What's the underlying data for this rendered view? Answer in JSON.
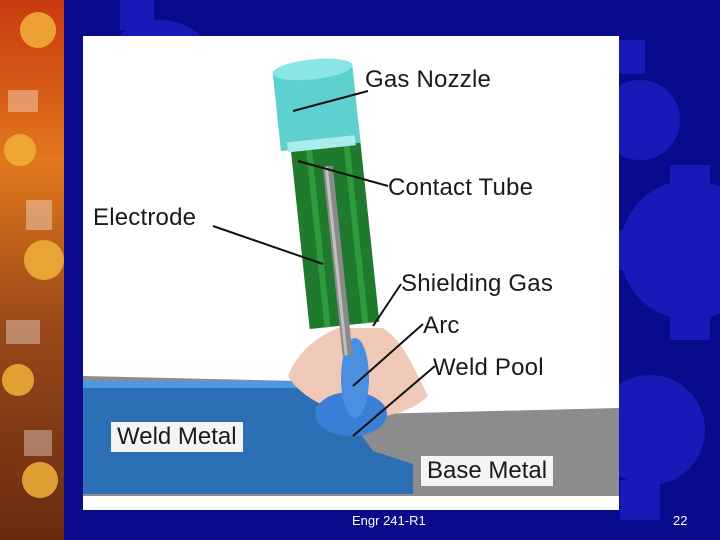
{
  "diagram": {
    "labels": {
      "gas_nozzle": "Gas Nozzle",
      "contact_tube": "Contact Tube",
      "electrode": "Electrode",
      "shielding_gas": "Shielding Gas",
      "arc": "Arc",
      "weld_pool": "Weld Pool",
      "weld_metal": "Weld Metal",
      "base_metal": "Base Metal"
    }
  },
  "footer": {
    "course": "Engr 241-R1",
    "page_number": "22"
  },
  "colors": {
    "slide_background": "#0a0a8c",
    "gear_pattern": "#1c1cc0",
    "nozzle": "#5fd0d0",
    "contact_tube": "#1f7a2e",
    "electrode": "#8a8a8a",
    "shielding_gas": "#f0c8b8",
    "weld_pool": "#3a7fd6",
    "weld_metal": "#2c6fb5",
    "base_metal": "#8c8c8c"
  }
}
